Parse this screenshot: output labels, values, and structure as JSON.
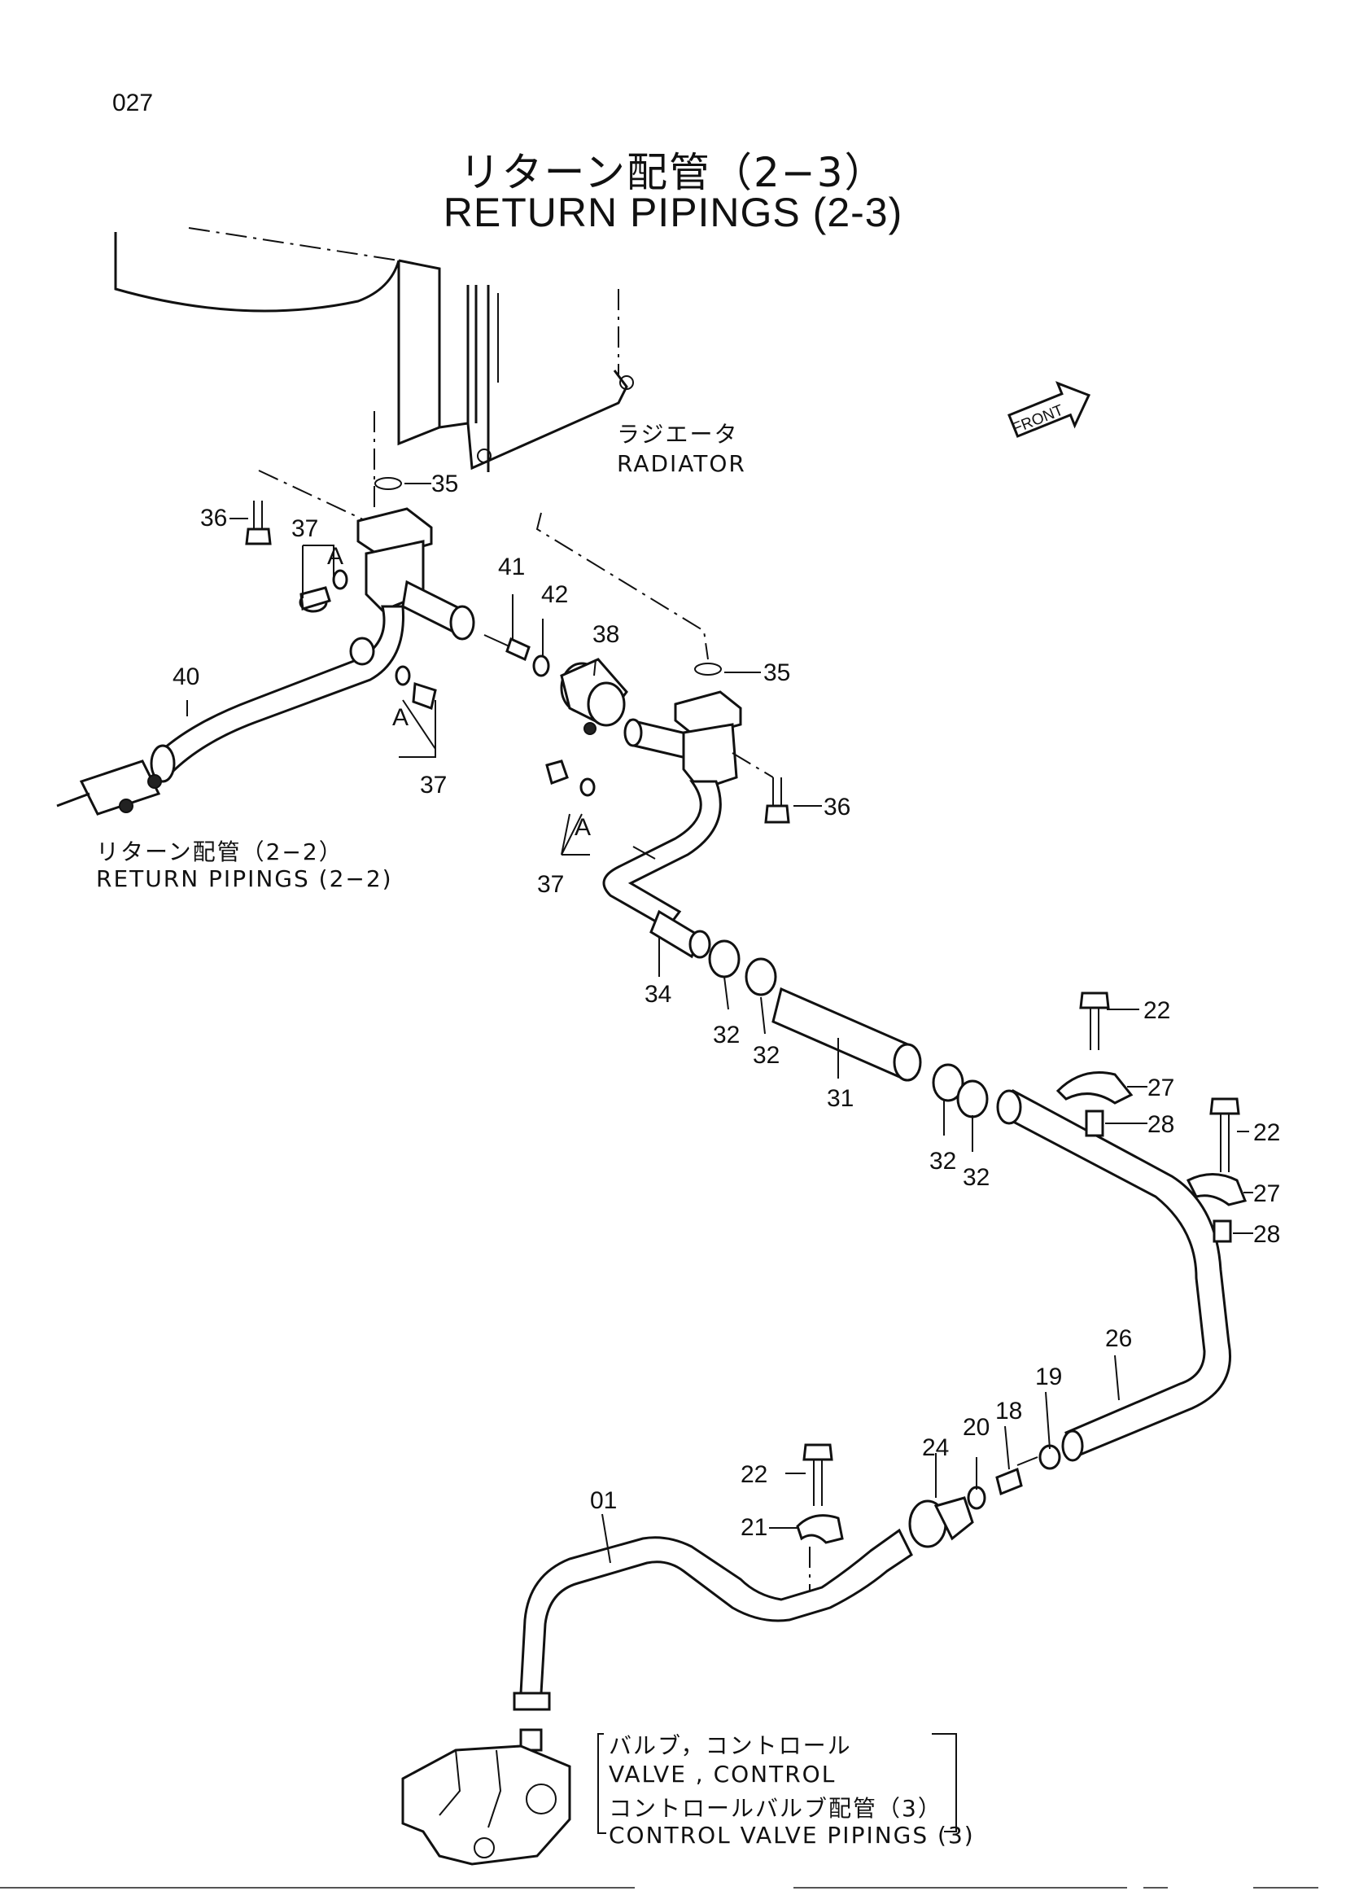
{
  "page_number": "027",
  "title": {
    "jp": "リターン配管（2−3）",
    "en": "RETURN PIPINGS (2-3)"
  },
  "labels": {
    "radiator_jp": "ラジエータ",
    "radiator_en": "RADIATOR",
    "front": "FRONT",
    "return_22_jp": "リターン配管（2−2）",
    "return_22_en": "RETURN PIPINGS (2−2)",
    "valve_jp": "バルブ，コントロール",
    "valve_en": "VALVE , CONTROL",
    "cvp_jp": "コントロールバルブ配管（3）",
    "cvp_en": "CONTROL VALVE PIPINGS (3)"
  },
  "callouts": {
    "c35a": "35",
    "c36a": "36",
    "c37a": "37",
    "cAa": "A",
    "c41": "41",
    "c42": "42",
    "c38": "38",
    "c35b": "35",
    "c40": "40",
    "cAb": "A",
    "c37b": "37",
    "c36b": "36",
    "cAc": "A",
    "c37c": "37",
    "c34": "34",
    "c32a": "32",
    "c32b": "32",
    "c31": "31",
    "c22a": "22",
    "c27a": "27",
    "c28a": "28",
    "c32c": "32",
    "c32d": "32",
    "c22b": "22",
    "c27b": "27",
    "c28b": "28",
    "c26": "26",
    "c19": "19",
    "c18": "18",
    "c20": "20",
    "c24": "24",
    "c22c": "22",
    "c01": "01",
    "c21": "21"
  }
}
